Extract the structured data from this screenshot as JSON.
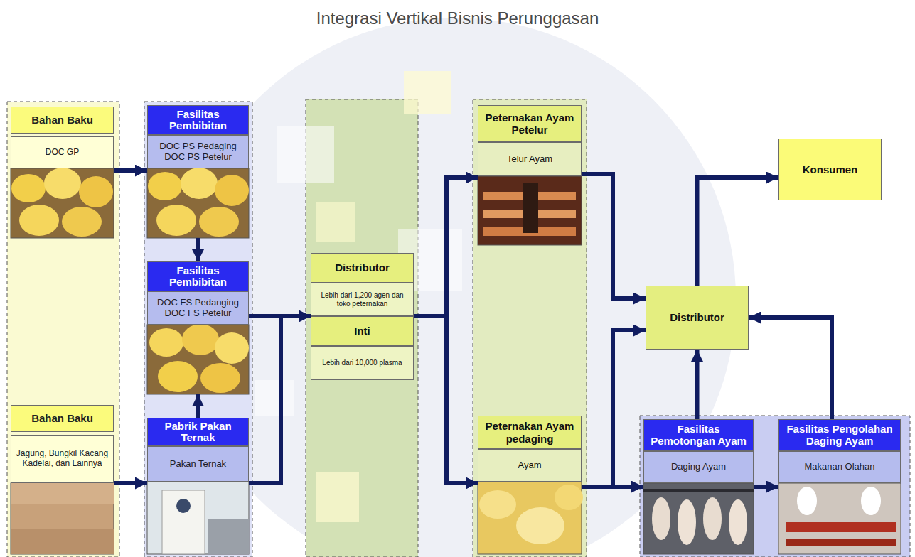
{
  "diagram": {
    "title": "Integrasi Vertikal Bisnis Perunggasan",
    "nodes": [
      {
        "text": [
          "Bahan Baku",
          "DOC GP"
        ]
      },
      {
        "text": [
          "Fasilitas Pembibitan",
          "DOC PS Pedaging DOC PS Petelur"
        ]
      },
      {
        "text": [
          "Fasilitas Pembibitan",
          "DOC FS Pedanging DOC FS Petelur"
        ]
      },
      {
        "text": [
          "Bahan Baku",
          "Jagung, Bungkil Kacang Kadelai, dan Lainnya"
        ]
      },
      {
        "text": [
          "Pabrik Pakan Ternak",
          "Pakan Ternak"
        ]
      },
      {
        "text": [
          "Distributor",
          "Lebih dari 1,200 agen dan toko peternakan"
        ]
      },
      {
        "text": [
          "Inti",
          "Lebih dari 10,000 plasma"
        ]
      },
      {
        "text": [
          "Peternakan Ayam Petelur",
          "Telur Ayam"
        ]
      },
      {
        "text": [
          "Peternakan Ayam pedaging",
          "Ayam"
        ]
      },
      {
        "text": [
          "Konsumen"
        ]
      },
      {
        "text": [
          "Distributor"
        ]
      },
      {
        "text": [
          "Fasilitas Pemotongan Ayam",
          "Daging Ayam"
        ]
      },
      {
        "text": [
          "Fasilitas Pengolahan Daging Ayam",
          "Makanan Olahan"
        ]
      }
    ],
    "edges": [
      {
        "from": 0,
        "to": 1,
        "arrow": "to"
      },
      {
        "from": 1,
        "to": 2,
        "arrow": "to"
      },
      {
        "from": 4,
        "to": 2,
        "arrow": "to"
      },
      {
        "from": 3,
        "to": 4,
        "arrow": "to"
      },
      {
        "from": 2,
        "to": 5,
        "arrow": "to"
      },
      {
        "from": 4,
        "to": 6,
        "arrow": "to"
      },
      {
        "from": 5,
        "to": 7,
        "arrow": "to"
      },
      {
        "from": 5,
        "to": 8,
        "arrow": "to"
      },
      {
        "from": 6,
        "to": 7,
        "arrow": "to"
      },
      {
        "from": 6,
        "to": 8,
        "arrow": "to"
      },
      {
        "from": 7,
        "to": 10,
        "arrow": "to"
      },
      {
        "from": 8,
        "to": 10,
        "arrow": "to"
      },
      {
        "from": 8,
        "to": 11,
        "arrow": "to"
      },
      {
        "from": 11,
        "to": 10,
        "arrow": "to"
      },
      {
        "from": 11,
        "to": 12,
        "arrow": "to"
      },
      {
        "from": 12,
        "to": 10,
        "arrow": "to"
      },
      {
        "from": 10,
        "to": 9,
        "arrow": "to"
      }
    ]
  }
}
